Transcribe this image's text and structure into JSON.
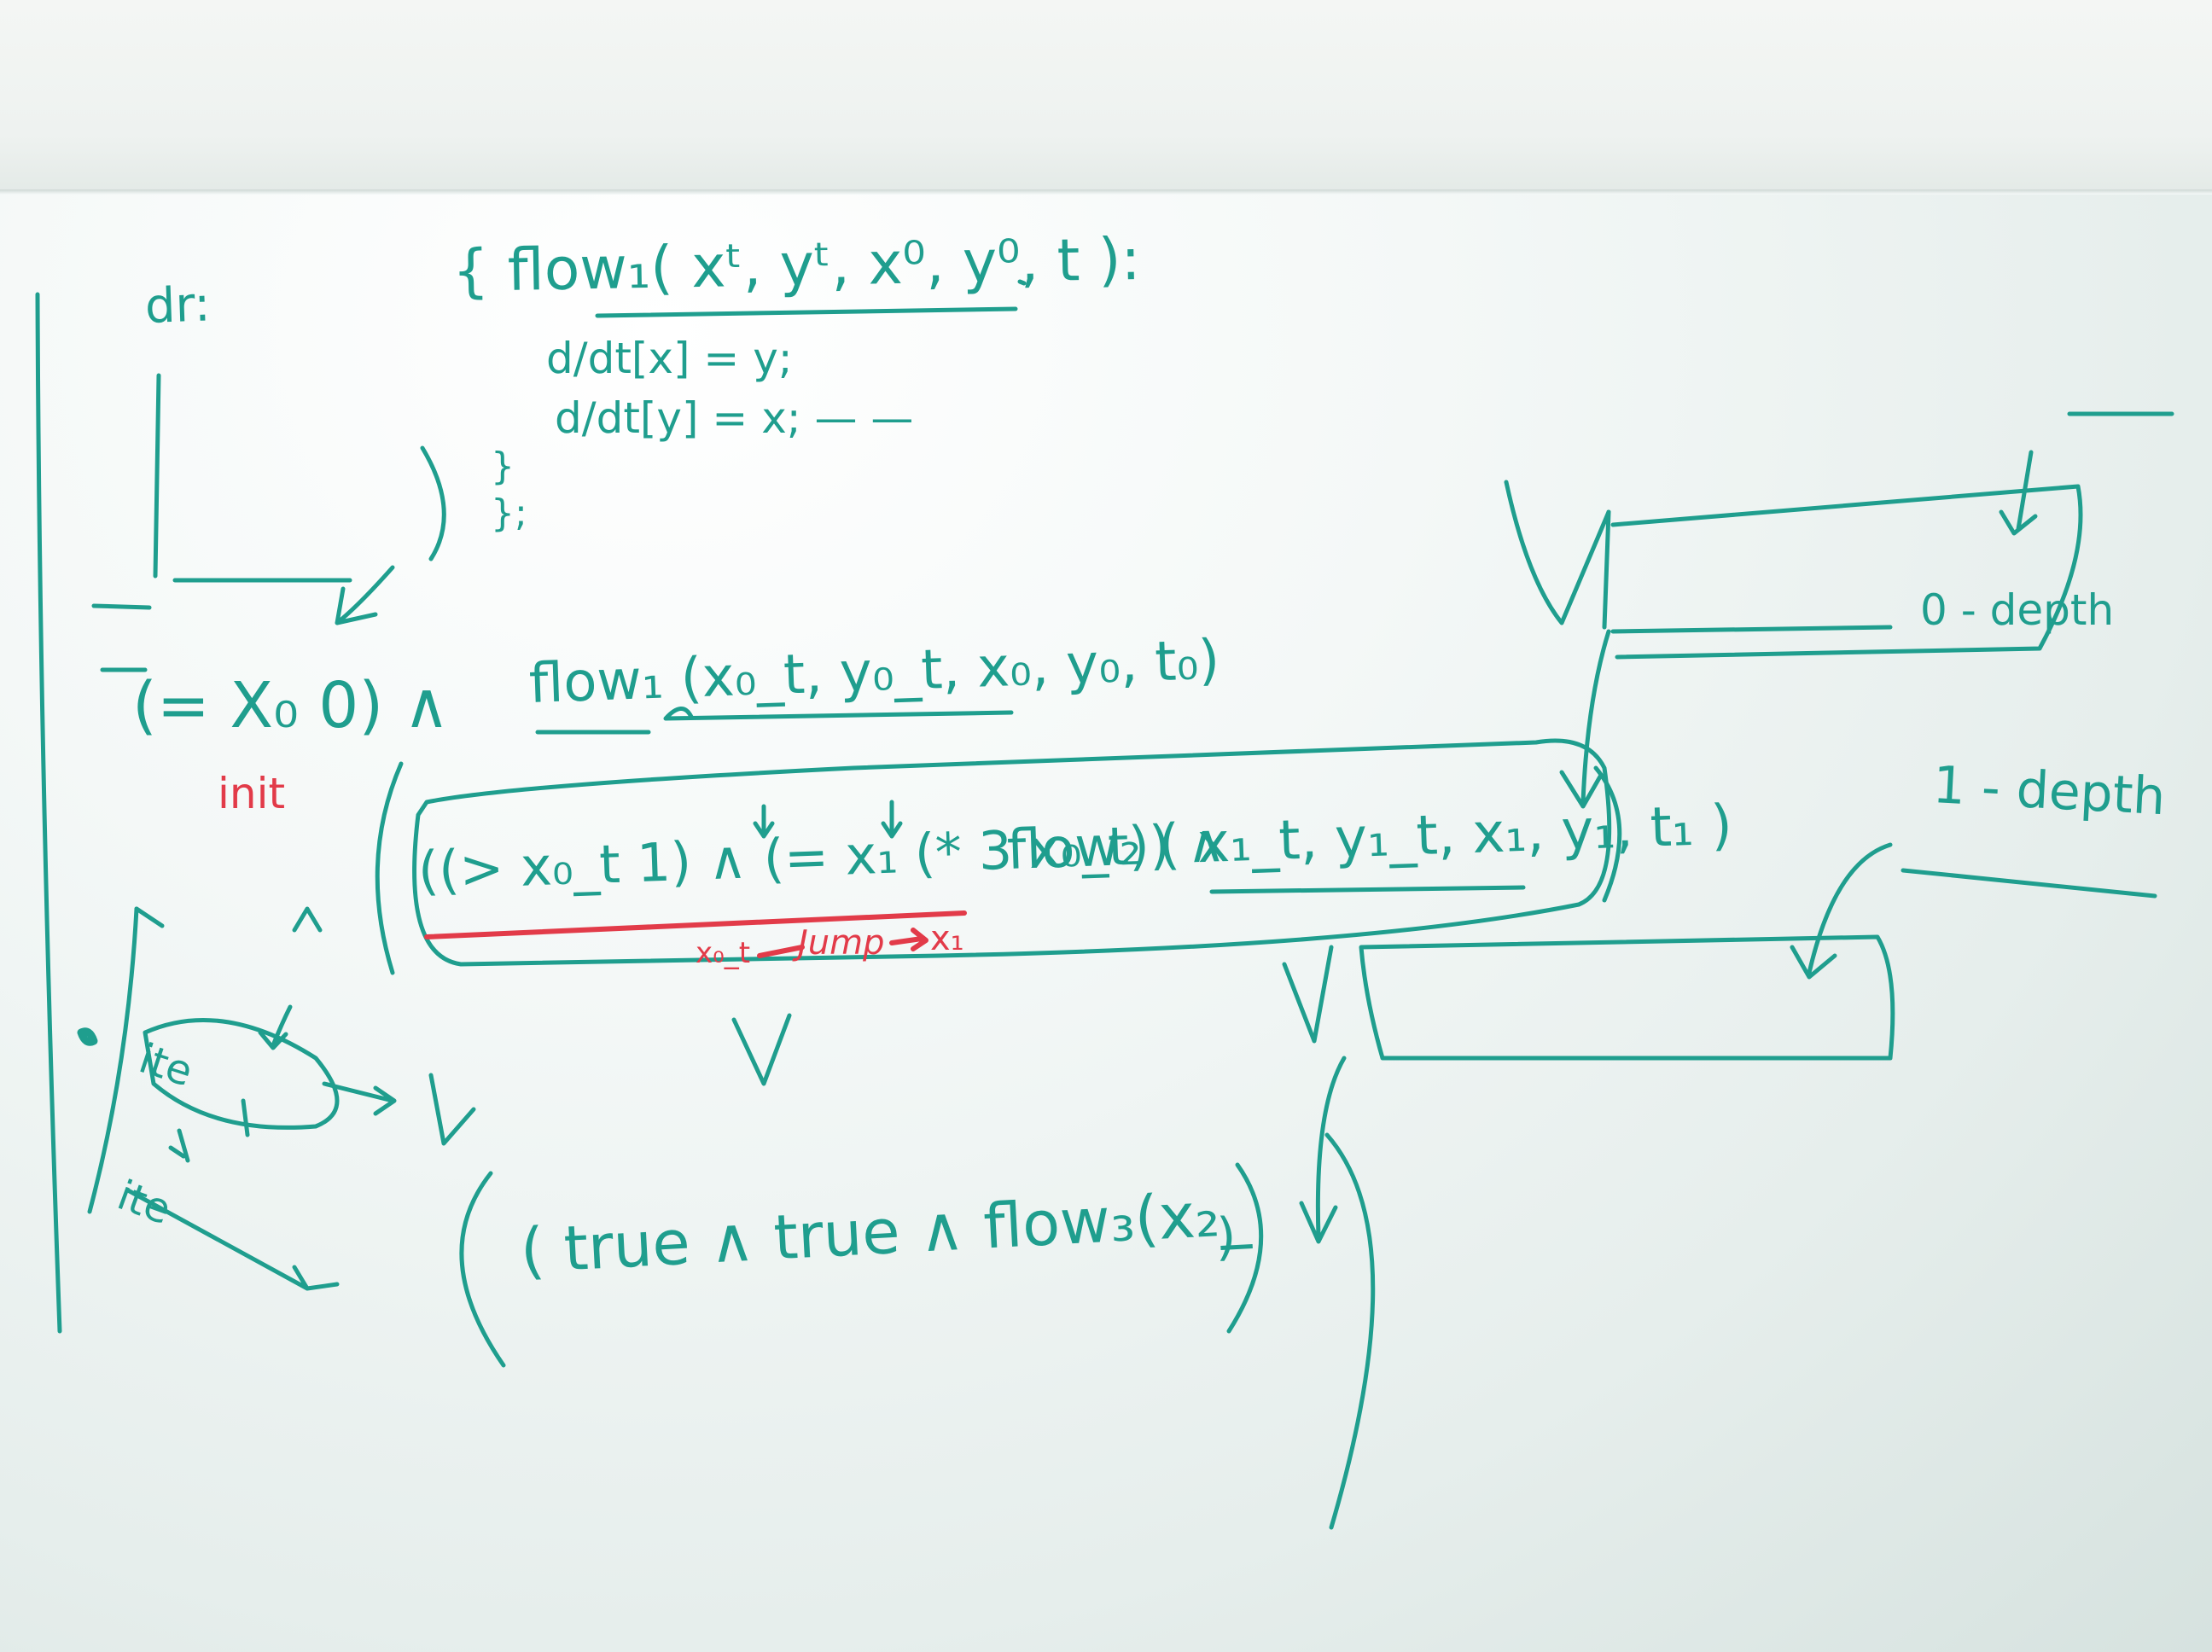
{
  "colors": {
    "board": "#eef4f2",
    "marker_teal": "#1f9e8e",
    "marker_red": "#e23b49"
  },
  "board": {
    "dr_label": "dr:",
    "flow1_header": "{ flow₁( xᵗ, yᵗ, x⁰, y⁰, t ):",
    "ode_x": "d/dt[x] = y;",
    "ode_y": "d/dt[y] = x; —  —",
    "close_brace_1": "}",
    "close_brace_2": "};",
    "init_expr": "(= X₀ 0) ∧",
    "init_flow": "flow₁ (x₀_t, y₀_t, x₀, y₀, t₀)",
    "init_label": "init",
    "jump_expr": "((> x₀_t 1) ∧ (= x₁ (* 3 x₀_t)) ∧",
    "jump_flow": "flow₂ ( x₁_t, y₁_t, x₁, y₁, t₁ )",
    "jump_note_from": "x₀_t",
    "jump_note_word": "Jump",
    "jump_note_to": "x₁",
    "depth0_label": "0 - depth",
    "depth1_label": "1 - depth",
    "ite_1": "ite",
    "ite_2": "ite",
    "third_expr": "( true ∧ true ∧ flow₃(x₂_",
    "third_close": ")",
    "wedge_and": "∧"
  }
}
